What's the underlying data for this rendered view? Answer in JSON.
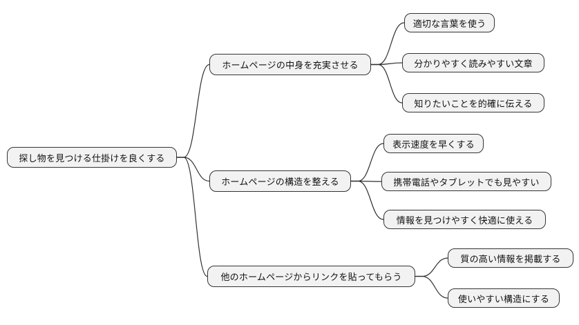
{
  "diagram": {
    "type": "mindmap",
    "direction": "left-to-right",
    "root": {
      "label": "探し物を見つける仕掛けを良くする"
    },
    "branches": [
      {
        "label": "ホームページの中身を充実させる",
        "children": [
          {
            "label": "適切な言葉を使う"
          },
          {
            "label": "分かりやすく読みやすい文章"
          },
          {
            "label": "知りたいことを的確に伝える"
          }
        ]
      },
      {
        "label": "ホームページの構造を整える",
        "children": [
          {
            "label": "表示速度を早くする"
          },
          {
            "label": "携帯電話やタブレットでも見やすい"
          },
          {
            "label": "情報を見つけやすく快適に使える"
          }
        ]
      },
      {
        "label": "他のホームページからリンクを貼ってもらう",
        "children": [
          {
            "label": "質の高い情報を掲載する"
          },
          {
            "label": "使いやすい構造にする"
          }
        ]
      }
    ],
    "colors": {
      "background": "#ffffff",
      "node_fill": "#f2f2f2",
      "node_border": "#333333",
      "edge": "#2f2f2f",
      "text": "#111111"
    }
  }
}
